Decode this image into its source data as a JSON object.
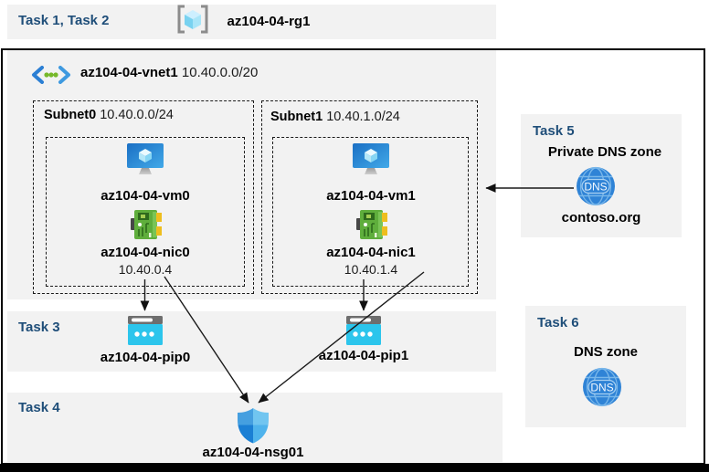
{
  "colors": {
    "task_heading": "#1f4e79",
    "panel_gray": "#f2f2f2",
    "frame_border": "#000000",
    "arrow": "#1a1a1a",
    "vm_blue": "#1f7fd0",
    "nic_green": "#5fae3c",
    "pip_cyan": "#2cc5ec",
    "dns_blue": "#2f83d6"
  },
  "header": {
    "tasks": "Task 1, Task 2",
    "resource_group": "az104-04-rg1"
  },
  "vnet": {
    "name": "az104-04-vnet1",
    "cidr": "10.40.0.0/20",
    "subnets": [
      {
        "name": "Subnet0",
        "cidr": "10.40.0.0/24",
        "vm": "az104-04-vm0",
        "nic": "az104-04-nic0",
        "ip": "10.40.0.4"
      },
      {
        "name": "Subnet1",
        "cidr": "10.40.1.0/24",
        "vm": "az104-04-vm1",
        "nic": "az104-04-nic1",
        "ip": "10.40.1.4"
      }
    ]
  },
  "task3": {
    "label": "Task 3",
    "pips": [
      "az104-04-pip0",
      "az104-04-pip1"
    ]
  },
  "task4": {
    "label": "Task 4",
    "nsg": "az104-04-nsg01"
  },
  "task5": {
    "label": "Task 5",
    "title": "Private DNS zone",
    "zone": "contoso.org",
    "icon_text": "DNS"
  },
  "task6": {
    "label": "Task 6",
    "title": "DNS zone",
    "icon_text": "DNS"
  },
  "icons": {
    "resource_group": "resource-group-icon",
    "vnet": "virtual-network-icon",
    "vm": "virtual-machine-icon",
    "nic": "network-interface-icon",
    "pip": "public-ip-icon",
    "nsg": "network-security-group-shield-icon",
    "dns": "dns-globe-icon"
  }
}
